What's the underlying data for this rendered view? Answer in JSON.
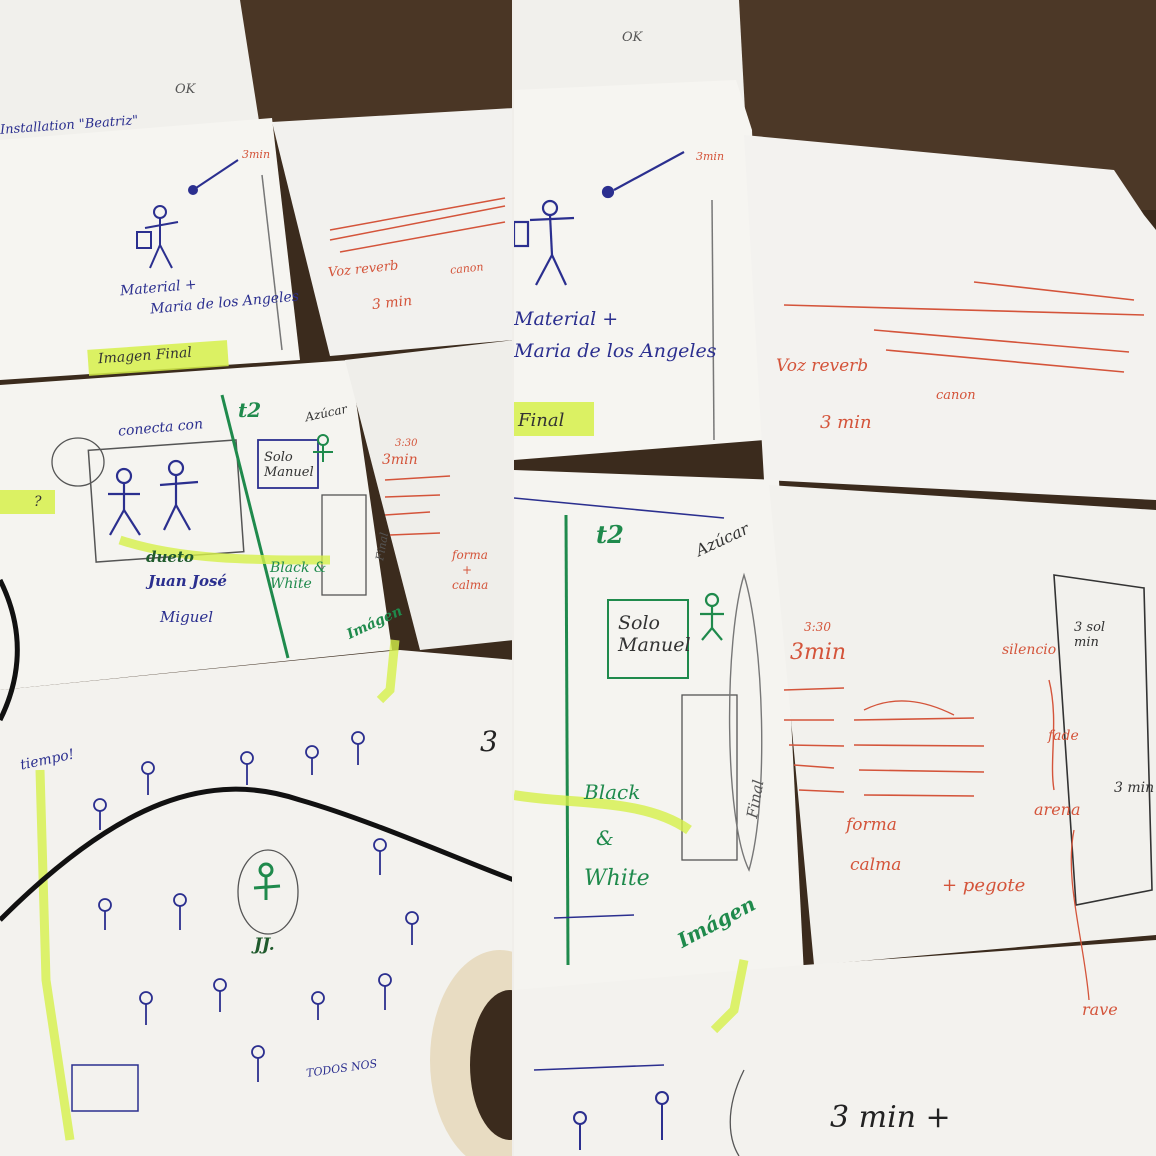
{
  "colors": {
    "table": "#3b2b1d",
    "paper": "#f4f3ef",
    "blue_ink": "#2b2f8f",
    "red_ink": "#d4543a",
    "green_ink": "#1f8a4c",
    "highlighter": "#d6f04a",
    "pencil": "#777777"
  },
  "left": {
    "ok_mark": "OK",
    "installation_label": "Installation \"Beatriz\"",
    "time_3min": "3min",
    "material_label": "Material +",
    "maria_label": "Maria de los Angeles",
    "voz_reverb": "Voz reverb",
    "canon": "canon",
    "time_3_min_red": "3 min",
    "imagen_final": "Imagen Final",
    "conecta_con": "conecta con",
    "t2": "t2",
    "azucar": "Azúcar",
    "solo_manuel": "Solo Manuel",
    "time_330": "3:30",
    "time_3min_red2": "3min",
    "dueto": "dueto",
    "juan_jose": "Juan José",
    "miguel": "Miguel",
    "black_white": "Black & White",
    "final_note": "Final",
    "forma": "forma",
    "plus": "+",
    "calma": "calma",
    "imagen": "Imágen",
    "question": "?",
    "tiempo": "tiempo!",
    "jj": "JJ.",
    "todos_nos": "TODOS NOS",
    "three": "3"
  },
  "right": {
    "ok_mark": "OK",
    "time_3min": "3min",
    "material_label": "Material +",
    "maria_label": "Maria de los Angeles",
    "voz_reverb": "Voz reverb",
    "canon": "canon",
    "time_3_min_red": "3 min",
    "final_tag": "Final",
    "t2": "t2",
    "azucar": "Azúcar",
    "solo_manuel": "Solo Manuel",
    "time_330": "3:30",
    "time_3min_red2": "3min",
    "silencio": "silencio",
    "fade": "fade",
    "sol_min": "3 sol min",
    "arena": "arena",
    "forma": "forma",
    "calma": "calma",
    "plus_pegote": "+ pegote",
    "rave": "rave",
    "black": "Black",
    "amp": "&",
    "white": "White",
    "imagen": "Imágen",
    "final_pencil": "Final",
    "three_min_plus": "3 min +",
    "min_3_bottom": "3 min"
  }
}
